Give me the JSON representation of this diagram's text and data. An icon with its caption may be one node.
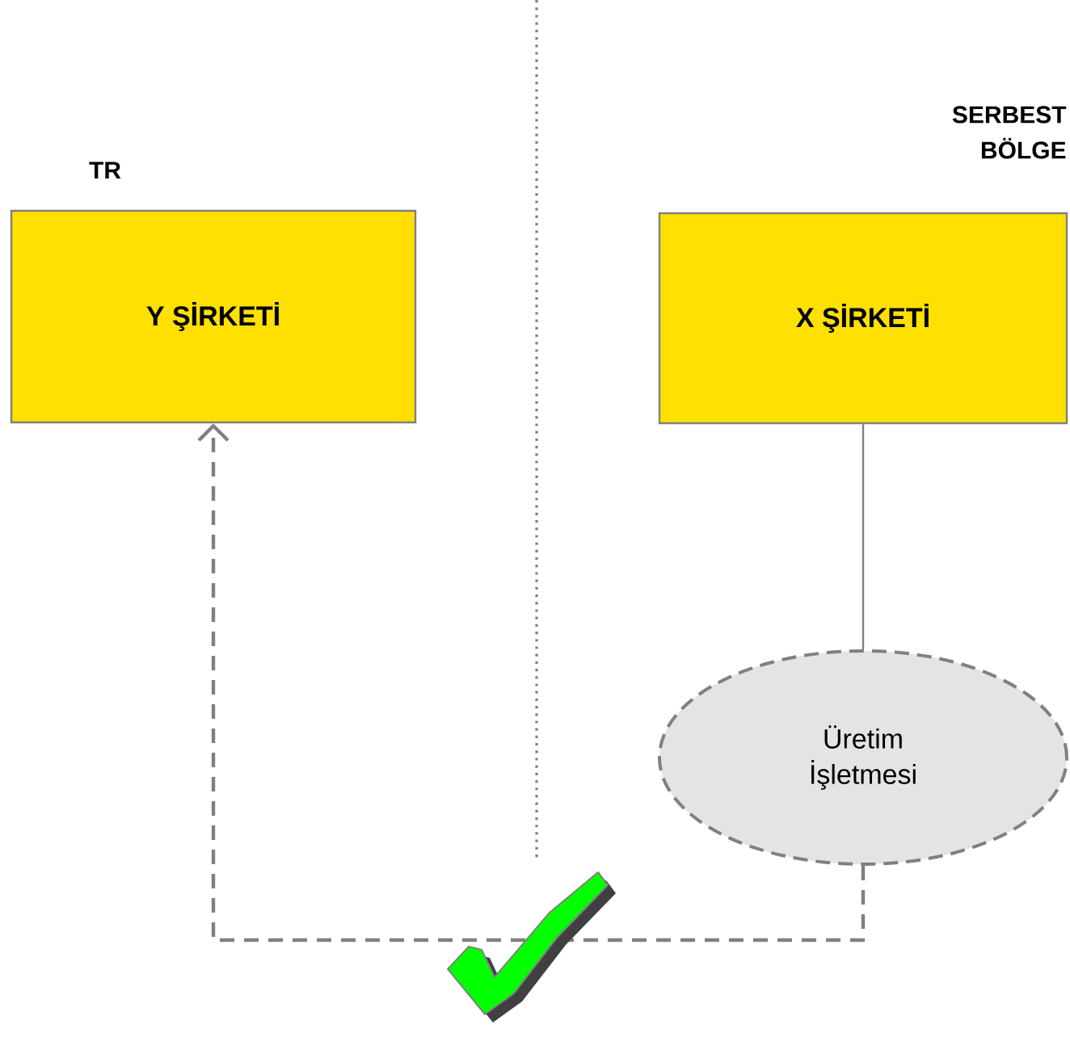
{
  "diagram": {
    "nodes": [
      {
        "text": [
          "Y ŞİRKETİ"
        ]
      },
      {
        "text": [
          "X ŞİRKETİ"
        ]
      },
      {
        "text": [
          "Üretim İşletmesi"
        ]
      }
    ],
    "edges": [
      {
        "from": 1,
        "to": 2,
        "arrow": "none"
      },
      {
        "from": 2,
        "to": 0,
        "arrow": "to",
        "style": "dashed"
      }
    ],
    "labels": [
      "TR",
      "SERBEST BÖLGE"
    ]
  }
}
